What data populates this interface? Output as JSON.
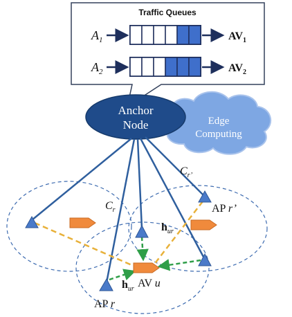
{
  "traffic_queues": {
    "title": "Traffic Queues",
    "inputs": [
      {
        "label": "A",
        "sub": "1"
      },
      {
        "label": "A",
        "sub": "2"
      }
    ],
    "outputs": [
      {
        "label": "AV",
        "sub": "1"
      },
      {
        "label": "AV",
        "sub": "2"
      }
    ],
    "queue_fill": [
      2,
      3
    ],
    "colors": {
      "frame": "#2a3f5f",
      "filled_slot": "#3f6fcb",
      "arrow": "#243b73"
    }
  },
  "anchor_node": {
    "line1": "Anchor",
    "line2": "Node",
    "color": "#1f4b8a"
  },
  "edge_computing": {
    "line1": "Edge",
    "line2": "Computing",
    "color": "#7ea7e3"
  },
  "links": {
    "C_r": {
      "label": "C",
      "sub": "r"
    },
    "C_r_prime": {
      "label": "C",
      "sub": "r’"
    },
    "h_ur_top": {
      "label": "h",
      "sub": "ur"
    },
    "h_ur_bottom": {
      "label": "h",
      "sub": "ur"
    },
    "colors": {
      "backhaul": "#2f5f9e",
      "interference": "#e8b13a",
      "signal": "#2f9e48"
    }
  },
  "access_points": {
    "ap_r": {
      "name": "AP",
      "id": "r"
    },
    "ap_r_prime": {
      "name": "AP",
      "id": "r’"
    },
    "color": "#4a7ac9"
  },
  "vehicles": {
    "av_u": {
      "name": "AV",
      "id": "u"
    },
    "color": "#f08a3c"
  }
}
